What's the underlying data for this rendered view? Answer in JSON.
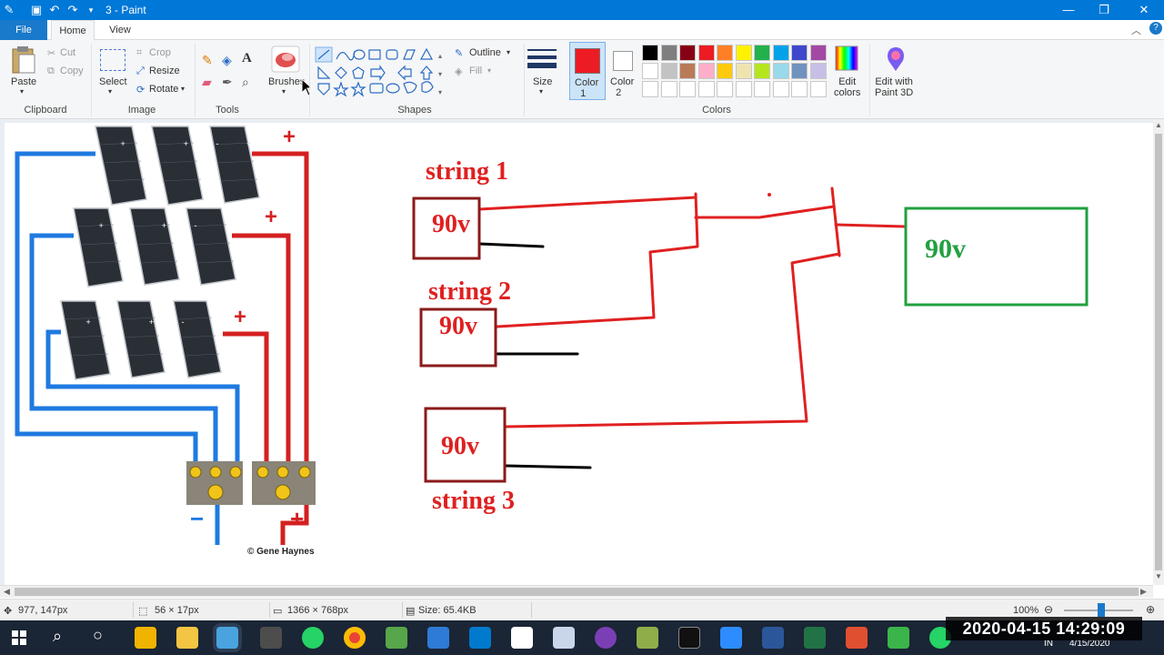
{
  "window": {
    "title": "3 - Paint"
  },
  "tabs": [
    {
      "label": "File"
    },
    {
      "label": "Home"
    },
    {
      "label": "View"
    }
  ],
  "ribbon": {
    "clipboard": {
      "paste": "Paste",
      "cut": "Cut",
      "copy": "Copy",
      "group": "Clipboard"
    },
    "image": {
      "select": "Select",
      "crop": "Crop",
      "resize": "Resize",
      "rotate": "Rotate",
      "group": "Image"
    },
    "tools": {
      "group": "Tools"
    },
    "brushes": {
      "label": "Brushes"
    },
    "shapes": {
      "outline": "Outline",
      "fill": "Fill",
      "group": "Shapes"
    },
    "size": {
      "label": "Size"
    },
    "color1": {
      "label": "Color 1",
      "value": "#ed1c24"
    },
    "color2": {
      "label": "Color 2",
      "value": "#ffffff"
    },
    "colors": {
      "group": "Colors",
      "edit": "Edit colors",
      "row1": [
        "#000000",
        "#7f7f7f",
        "#880015",
        "#ed1c24",
        "#ff7f27",
        "#fff200",
        "#22b14c",
        "#00a2e8",
        "#3f48cc",
        "#a349a4"
      ],
      "row2": [
        "#ffffff",
        "#c3c3c3",
        "#b97a57",
        "#ffaec9",
        "#ffc90e",
        "#efe4b0",
        "#b5e61d",
        "#99d9ea",
        "#7092be",
        "#c8bfe7"
      ]
    },
    "paint3d": {
      "label": "Edit with Paint 3D"
    }
  },
  "drawing": {
    "solar_plus_1": "+",
    "solar_plus_2": "+",
    "solar_plus_3": "+",
    "panel_terminals_row1": "- + - + - +",
    "panel_terminals_row2": "- + - + - +",
    "panel_terminals_row3": "- + - + - +",
    "minus_label": "−",
    "plus_bottom": "+",
    "credit": "© Gene Haynes",
    "string1_label": "string 1",
    "string2_label": "string 2",
    "string3_label": "string 3",
    "box1": "90v",
    "box2": "90v",
    "box3": "90v",
    "box_out": "90v"
  },
  "status": {
    "cursor": "977, 147px",
    "selection": "56 × 17px",
    "image_size": "1366 × 768px",
    "file_size": "Size: 65.4KB",
    "zoom": "100%"
  },
  "taskbar": {
    "timestamp": "2020-04-15 14:29:09",
    "lang": "IN",
    "date": "4/15/2020"
  }
}
